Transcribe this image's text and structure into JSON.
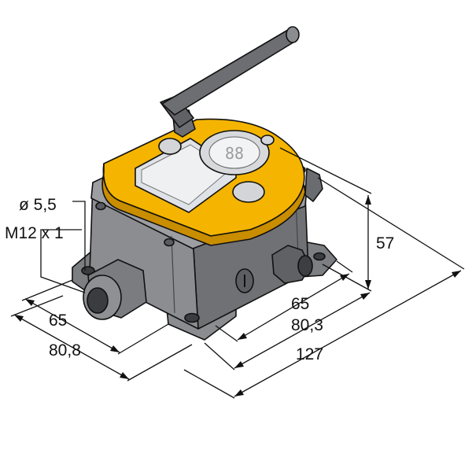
{
  "colors": {
    "housing": "#7c7e82",
    "housing_dark": "#55575b",
    "housing_light": "#a5a7ab",
    "lid": "#f4b400",
    "lid_dark": "#c98d00",
    "display": "#e9eaec",
    "line": "#111111"
  },
  "labels": {
    "hole_diameter": "ø 5,5",
    "connector": "M12 x 1",
    "height": "57",
    "depth_inner": "65",
    "depth_outer": "80,3",
    "total_length": "127",
    "width_inner": "65",
    "width_outer": "80,8"
  },
  "display_digits": "88"
}
